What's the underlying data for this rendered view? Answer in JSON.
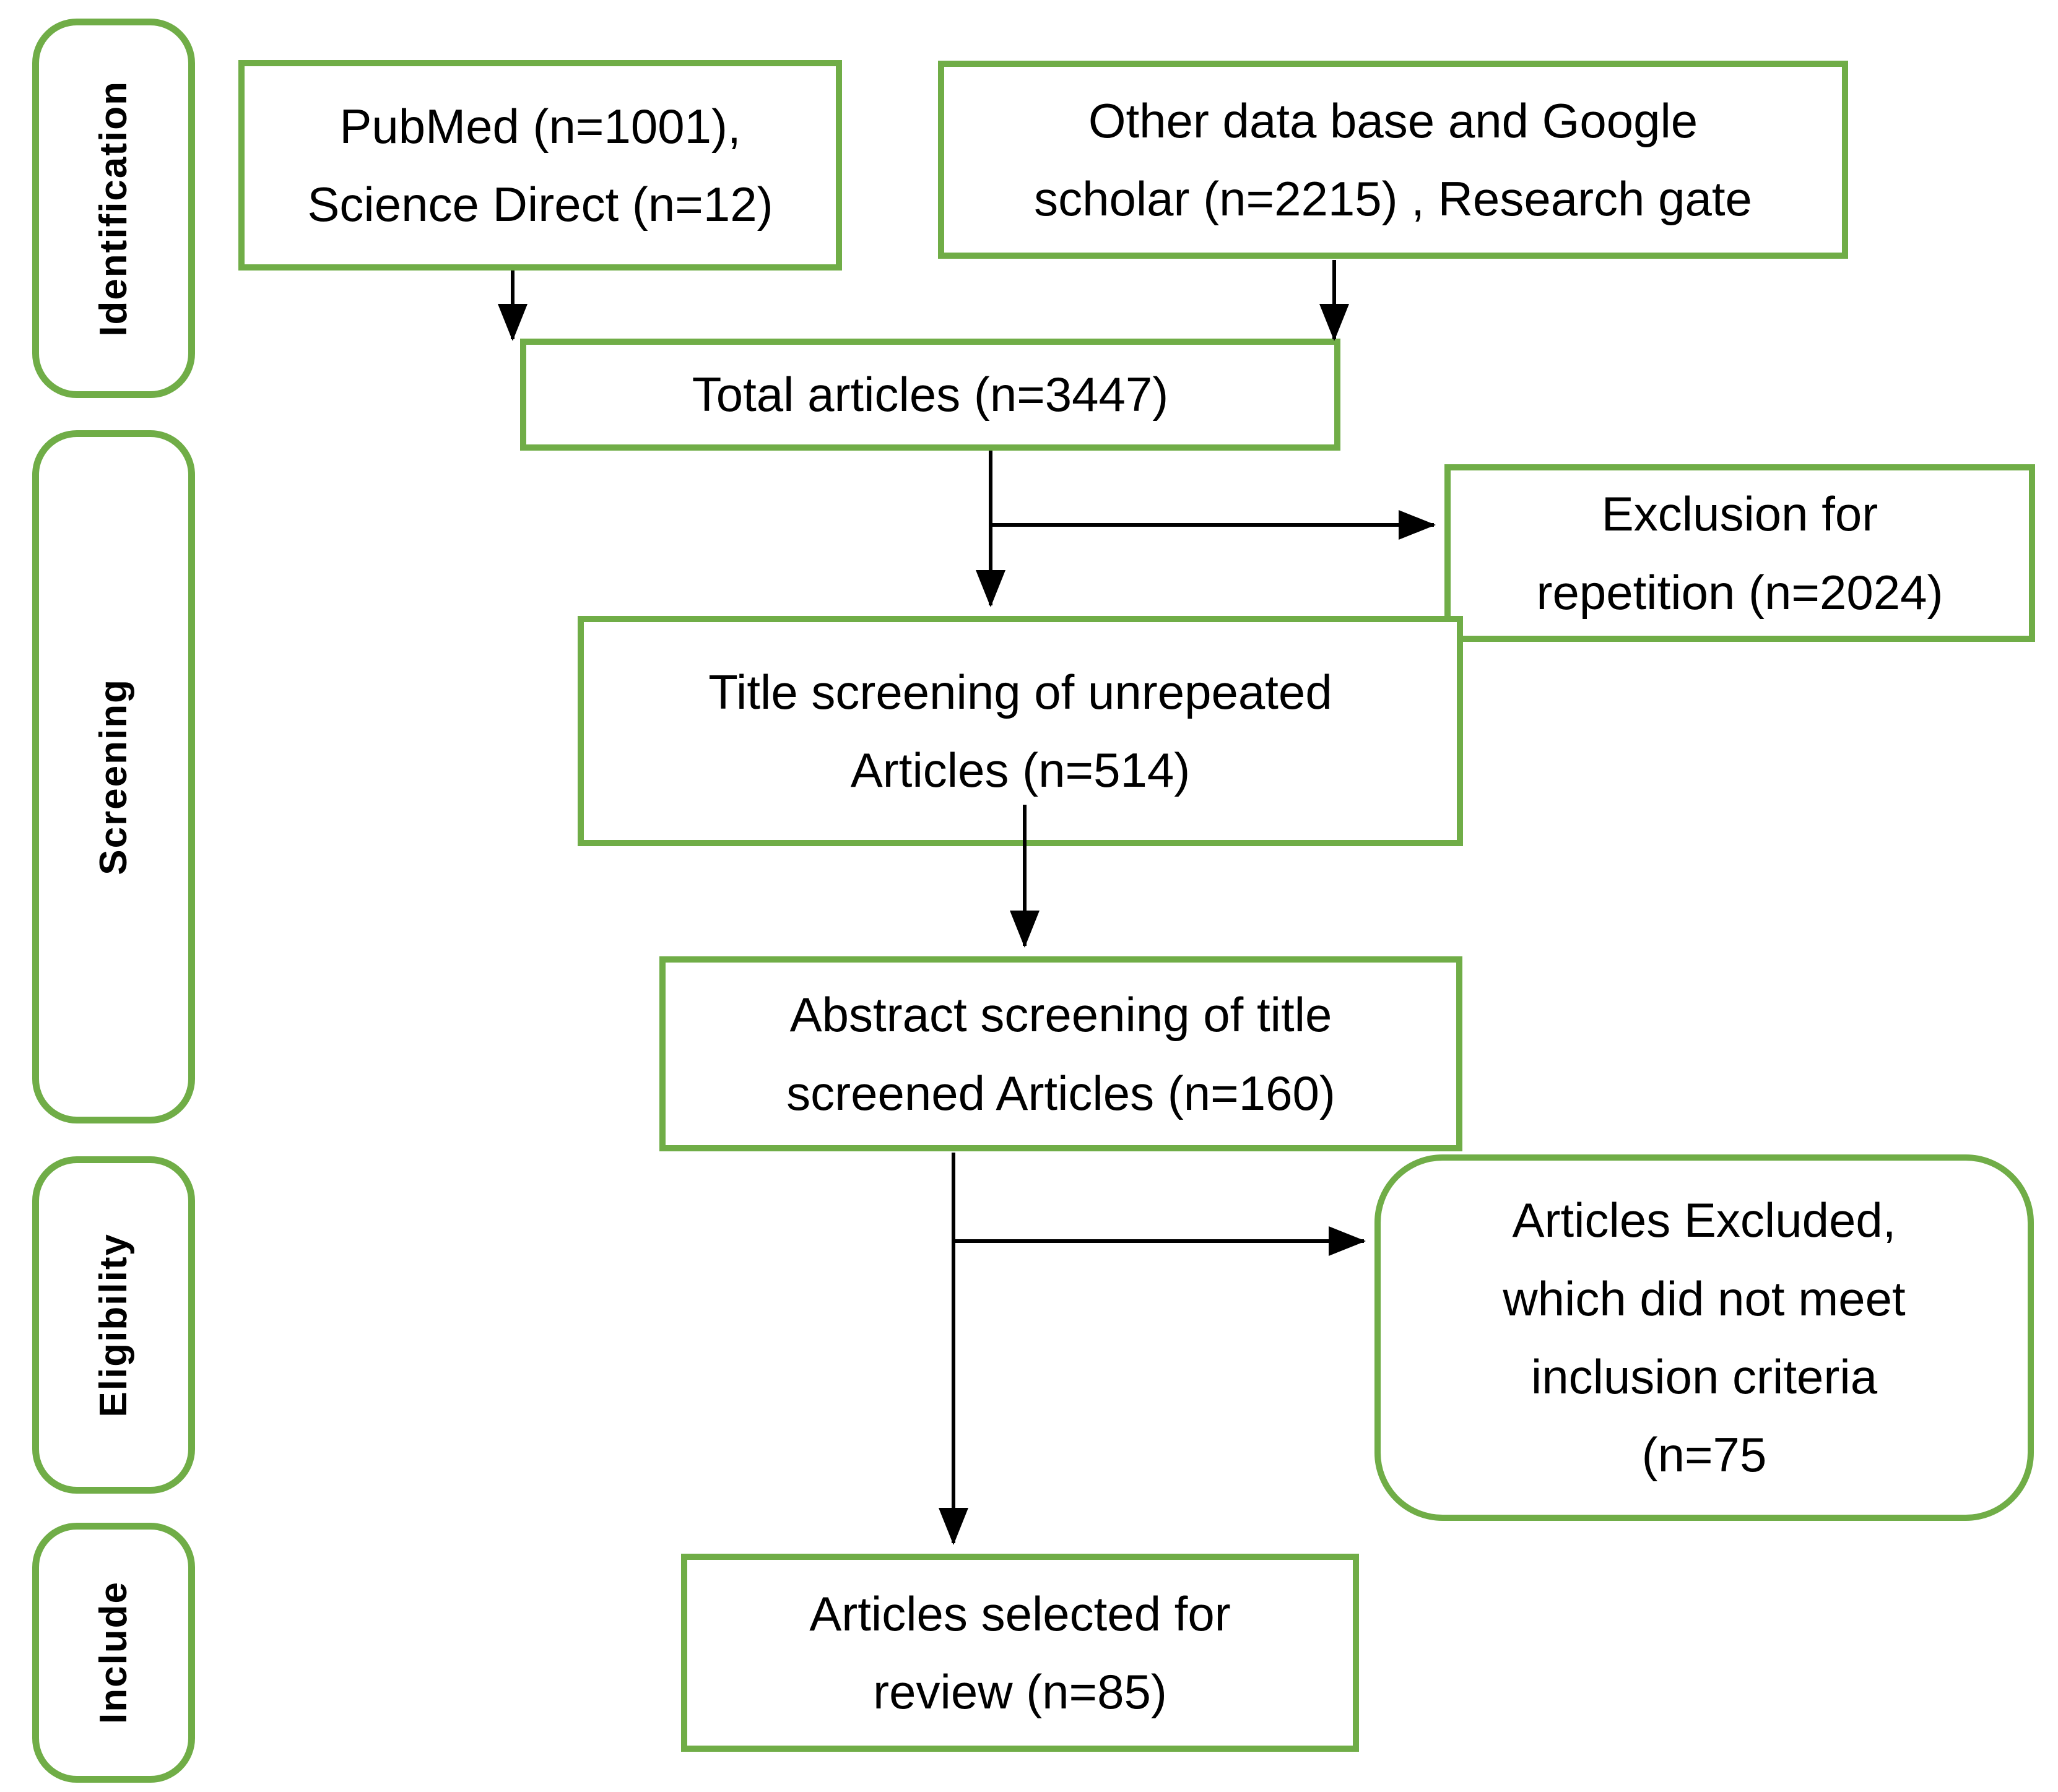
{
  "colors": {
    "box_border_green": "#70AD47",
    "arrow_black": "#000000",
    "text_black": "#000000",
    "background_white": "#FFFFFF"
  },
  "stages": [
    {
      "label": "Identification"
    },
    {
      "label": "Screening"
    },
    {
      "label": "Eligibility"
    },
    {
      "label": "Include"
    }
  ],
  "boxes": {
    "sources_primary": "PubMed (n=1001),\nScience Direct (n=12)",
    "sources_other": "Other data base and Google\nscholar (n=2215) , Research gate",
    "total": "Total articles (n=3447)",
    "exclusion_repetition": "Exclusion for\nrepetition (n=2024)",
    "title_screening": "Title screening of  unrepeated\nArticles (n=514)",
    "abstract_screening": "Abstract screening of title\nscreened Articles (n=160)",
    "excluded_criteria": "Articles Excluded,\nwhich did not meet\ninclusion criteria\n(n=75",
    "selected_review": "Articles selected for\nreview (n=85)"
  }
}
